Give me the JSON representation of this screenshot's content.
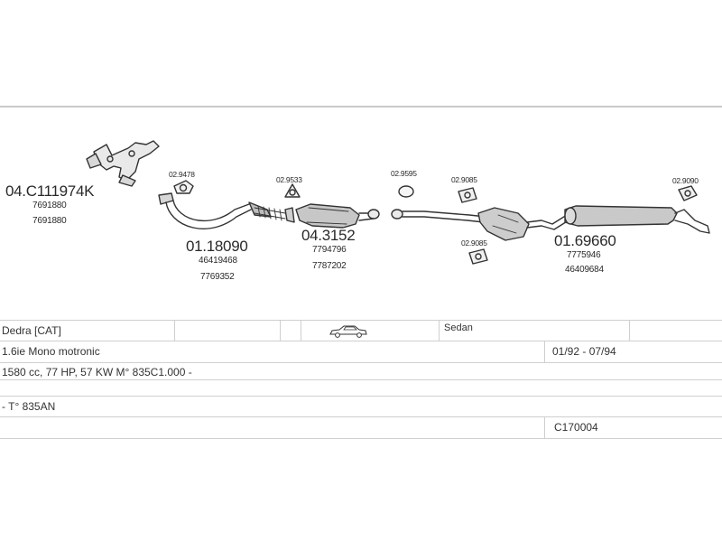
{
  "parts": {
    "manifold": {
      "code": "04.C111974K",
      "refs": [
        "7691880",
        "7691880"
      ]
    },
    "gasket_front": {
      "code": "02.9478"
    },
    "front_pipe": {
      "code": "01.18090",
      "refs": [
        "46419468",
        "7769352"
      ]
    },
    "gasket_cat": {
      "code": "02.9533"
    },
    "catalyst": {
      "code": "04.3152",
      "refs": [
        "7794796",
        "7787202"
      ]
    },
    "ring_mid": {
      "code": "02.9595"
    },
    "mount_mid_top": {
      "code": "02.9085"
    },
    "mount_mid_bottom": {
      "code": "02.9085"
    },
    "rear_silencer": {
      "code": "01.69660",
      "refs": [
        "7775946",
        "46409684"
      ]
    },
    "mount_rear": {
      "code": "02.9090"
    }
  },
  "vehicle": {
    "model": "Dedra  [CAT]",
    "body": "Sedan",
    "engine": "1.6ie Mono motronic",
    "dates": "01/92 - 07/94",
    "specs": "1580 cc, 77 HP, 57 KW M° 835C1.000 -",
    "type": "- T° 835AN",
    "code": "C170004"
  },
  "icons": {
    "body_type": "sedan-car-icon"
  }
}
